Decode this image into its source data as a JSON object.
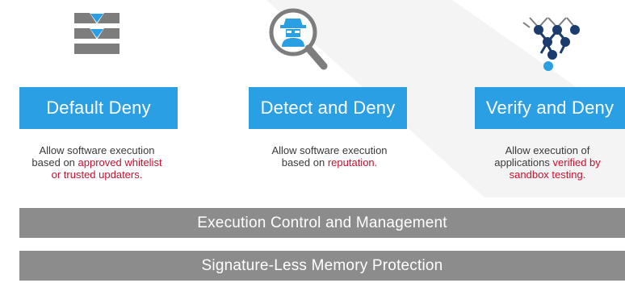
{
  "columns": [
    {
      "title": "Default Deny",
      "desc_line1": "Allow software execution",
      "desc_line2_plain": "based on ",
      "desc_line2_hl": "approved whitelist",
      "desc_line3_hl": "or trusted updaters.",
      "icon": "stacked-layers-icon"
    },
    {
      "title": "Detect and Deny",
      "desc_line1": "Allow software execution",
      "desc_line2_plain": "based on ",
      "desc_line2_hl": "reputation.",
      "icon": "magnifier-spy-icon"
    },
    {
      "title": "Verify and Deny",
      "desc_line1": "Allow execution of",
      "desc_line2_plain": "applications ",
      "desc_line2_hl": "verified by",
      "desc_line3_hl": "sandbox testing.",
      "icon": "tree-network-icon"
    }
  ],
  "bars": {
    "execution": "Execution Control and Management",
    "memory": "Signature-Less Memory Protection"
  },
  "colors": {
    "accent_blue": "#2b9fe3",
    "highlight_red": "#c8102e",
    "bar_gray": "#8c8c8c",
    "icon_gray": "#7d7d7d",
    "icon_navy": "#1d3c6e"
  }
}
